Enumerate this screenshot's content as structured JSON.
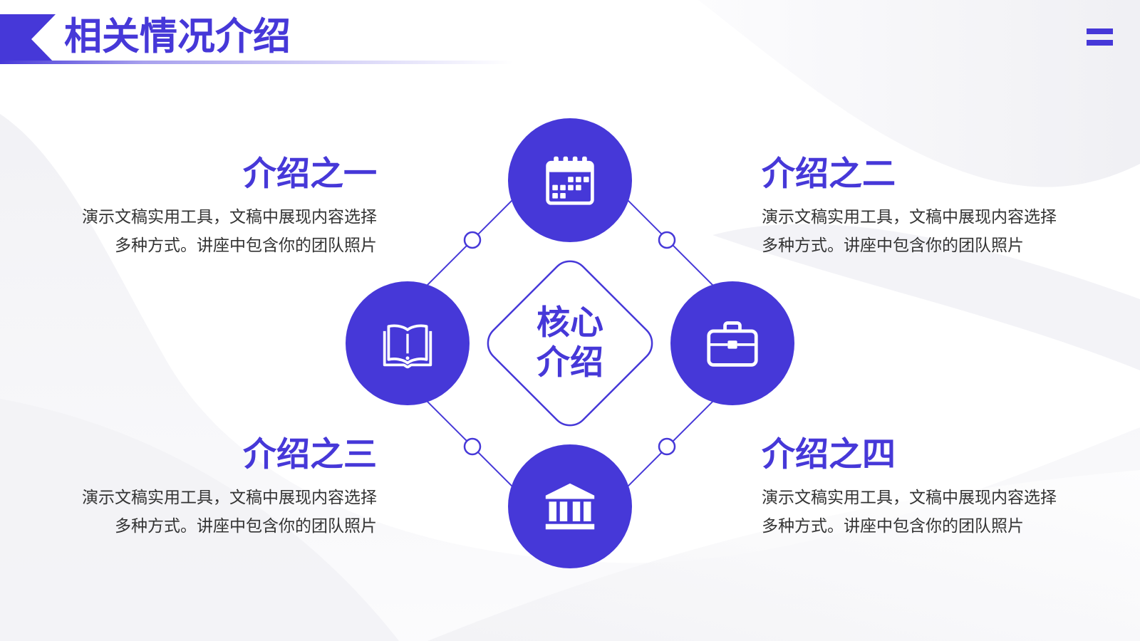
{
  "colors": {
    "accent": "#4638d8",
    "body_text": "#333333"
  },
  "header": {
    "title": "相关情况介绍",
    "menu_icon": "menu-icon"
  },
  "diagram": {
    "center": {
      "line1": "核心",
      "line2": "介绍"
    },
    "nodes": {
      "top": {
        "icon": "calendar-icon"
      },
      "left": {
        "icon": "open-book-icon"
      },
      "right": {
        "icon": "briefcase-icon"
      },
      "bottom": {
        "icon": "bank-icon"
      }
    }
  },
  "items": [
    {
      "heading": "介绍之一",
      "lines": [
        "演示文稿实用工具，文稿中展现内容选择",
        "多种方式。讲座中包含你的团队照片"
      ]
    },
    {
      "heading": "介绍之二",
      "lines": [
        "演示文稿实用工具，文稿中展现内容选择",
        "多种方式。讲座中包含你的团队照片"
      ]
    },
    {
      "heading": "介绍之三",
      "lines": [
        "演示文稿实用工具，文稿中展现内容选择",
        "多种方式。讲座中包含你的团队照片"
      ]
    },
    {
      "heading": "介绍之四",
      "lines": [
        "演示文稿实用工具，文稿中展现内容选择",
        "多种方式。讲座中包含你的团队照片"
      ]
    }
  ]
}
